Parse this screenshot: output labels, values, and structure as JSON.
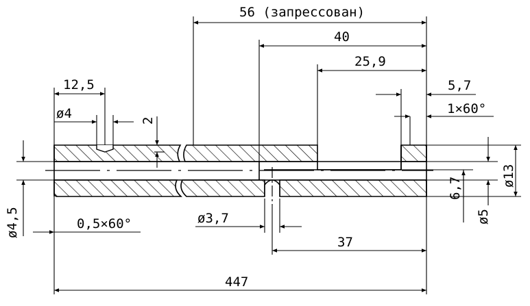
{
  "drawing": {
    "stroke_color": "#000000",
    "background": "#ffffff",
    "dimensions": {
      "pressed_length": "56 (запрессован)",
      "len_40": "40",
      "len_25_9": "25,9",
      "len_5_7": "5,7",
      "chamfer_right": "1×60°",
      "len_12_5": "12,5",
      "dia_4": "ø4",
      "depth_2": "2",
      "dia_13": "ø13",
      "dia_6_7": "6,7",
      "dia_5": "ø5",
      "dia_4_5": "ø4,5",
      "chamfer_left": "0,5×60°",
      "dia_3_7": "ø3,7",
      "len_37": "37",
      "total_length": "447"
    }
  }
}
